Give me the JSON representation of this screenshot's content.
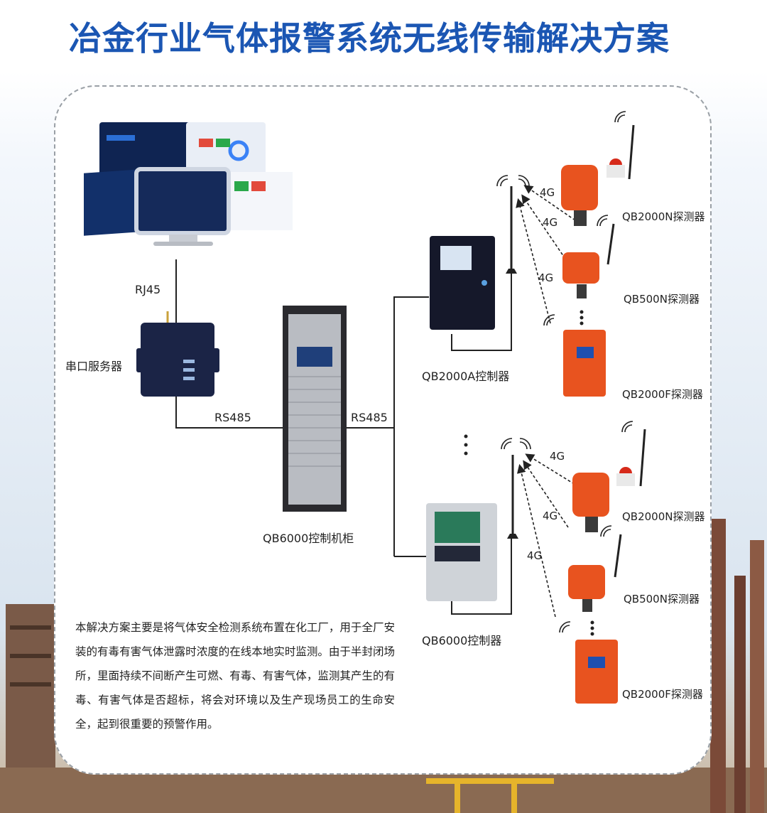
{
  "title": "冶金行业气体报警系统无线传输解决方案",
  "labels": {
    "rj45": "RJ45",
    "serial_server": "串口服务器",
    "rs485_left": "RS485",
    "rs485_right": "RS485",
    "cabinet": "QB6000控制机柜",
    "controller_a": "QB2000A控制器",
    "controller_6000": "QB6000控制器",
    "det_2000n_top": "QB2000N探测器",
    "det_500n_top": "QB500N探测器",
    "det_2000f_top": "QB2000F探测器",
    "det_2000n_bot": "QB2000N探测器",
    "det_500n_bot": "QB500N探测器",
    "det_2000f_bot": "QB2000F探测器",
    "g4_1": "4G",
    "g4_2": "4G",
    "g4_3": "4G",
    "g4_4": "4G",
    "g4_5": "4G",
    "g4_6": "4G"
  },
  "description": "本解决方案主要是将气体安全检测系统布置在化工厂，用于全厂安装的有毒有害气体泄露时浓度的在线本地实时监测。由于半封闭场所，里面持续不间断产生可燃、有毒、有害气体，监测其产生的有毒、有害气体是否超标，将会对环境以及生产现场员工的生命安全，起到很重要的预警作用。",
  "colors": {
    "title": "#1b56b3",
    "detector": "#e8531f",
    "device_dark": "#1a2140",
    "line": "#222222"
  }
}
